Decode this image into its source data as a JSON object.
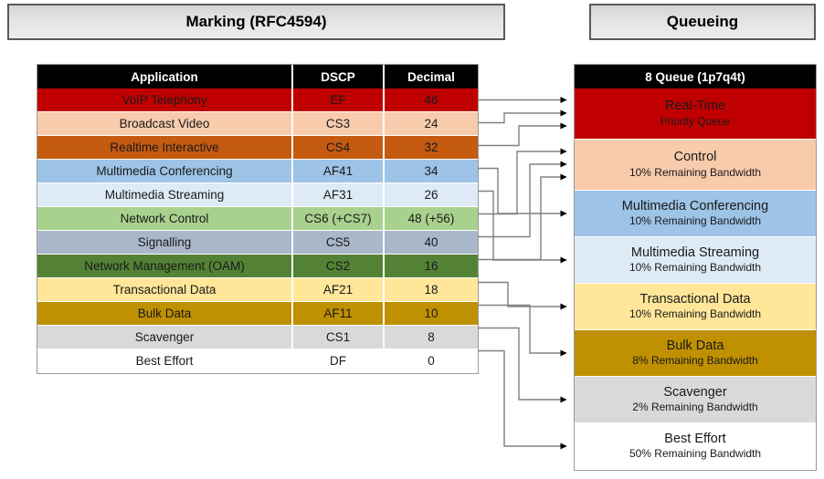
{
  "headings": {
    "marking": "Marking (RFC4594)",
    "queueing": "Queueing"
  },
  "marking_table": {
    "columns": [
      "Application",
      "DSCP",
      "Decimal"
    ],
    "rows": [
      {
        "application": "VoIP Telephony",
        "dscp": "EF",
        "decimal": "46",
        "color": "#c00000"
      },
      {
        "application": "Broadcast Video",
        "dscp": "CS3",
        "decimal": "24",
        "color": "#f8cbad"
      },
      {
        "application": "Realtime Interactive",
        "dscp": "CS4",
        "decimal": "32",
        "color": "#c55a11"
      },
      {
        "application": "Multimedia Conferencing",
        "dscp": "AF41",
        "decimal": "34",
        "color": "#9dc3e6"
      },
      {
        "application": "Multimedia Streaming",
        "dscp": "AF31",
        "decimal": "26",
        "color": "#deebf7"
      },
      {
        "application": "Network Control",
        "dscp": "CS6 (+CS7)",
        "decimal": "48 (+56)",
        "color": "#a9d18e"
      },
      {
        "application": "Signalling",
        "dscp": "CS5",
        "decimal": "40",
        "color": "#aab7c8"
      },
      {
        "application": "Network Management (OAM)",
        "dscp": "CS2",
        "decimal": "16",
        "color": "#548235"
      },
      {
        "application": "Transactional Data",
        "dscp": "AF21",
        "decimal": "18",
        "color": "#ffe699"
      },
      {
        "application": "Bulk Data",
        "dscp": "AF11",
        "decimal": "10",
        "color": "#bf9000"
      },
      {
        "application": "Scavenger",
        "dscp": "CS1",
        "decimal": "8",
        "color": "#d9d9d9"
      },
      {
        "application": "Best Effort",
        "dscp": "DF",
        "decimal": "0",
        "color": "#ffffff"
      }
    ]
  },
  "queue_table": {
    "header": "8 Queue (1p7q4t)",
    "queues": [
      {
        "name": "Real-Time",
        "sub": "Priority Queue",
        "color": "#c00000",
        "height": 56
      },
      {
        "name": "Control",
        "sub": "10% Remaining Bandwidth",
        "color": "#f8cbad",
        "height": 56
      },
      {
        "name": "Multimedia Conferencing",
        "sub": "10% Remaining Bandwidth",
        "color": "#9dc3e6",
        "height": 51
      },
      {
        "name": "Multimedia Streaming",
        "sub": "10% Remaining Bandwidth",
        "color": "#deebf7",
        "height": 51
      },
      {
        "name": "Transactional Data",
        "sub": "10% Remaining Bandwidth",
        "color": "#ffe699",
        "height": 51
      },
      {
        "name": "Bulk Data",
        "sub": "8% Remaining Bandwidth",
        "color": "#bf9000",
        "height": 51
      },
      {
        "name": "Scavenger",
        "sub": "2% Remaining Bandwidth",
        "color": "#d9d9d9",
        "height": 51
      },
      {
        "name": "Best Effort",
        "sub": "50% Remaining Bandwidth",
        "color": "#ffffff",
        "height": 51
      }
    ]
  },
  "connectors": {
    "line_color": "#808080",
    "arrow_color": "#000000",
    "mappings": [
      {
        "from": "VoIP Telephony",
        "to": "Real-Time"
      },
      {
        "from": "Broadcast Video",
        "to": "Real-Time"
      },
      {
        "from": "Realtime Interactive",
        "to": "Real-Time"
      },
      {
        "from": "Network Control",
        "to": "Control"
      },
      {
        "from": "Signalling",
        "to": "Control"
      },
      {
        "from": "Network Management (OAM)",
        "to": "Control"
      },
      {
        "from": "Multimedia Conferencing",
        "to": "Multimedia Conferencing"
      },
      {
        "from": "Multimedia Streaming",
        "to": "Multimedia Streaming"
      },
      {
        "from": "Transactional Data",
        "to": "Transactional Data"
      },
      {
        "from": "Bulk Data",
        "to": "Bulk Data"
      },
      {
        "from": "Scavenger",
        "to": "Scavenger"
      },
      {
        "from": "Best Effort",
        "to": "Best Effort"
      }
    ]
  }
}
